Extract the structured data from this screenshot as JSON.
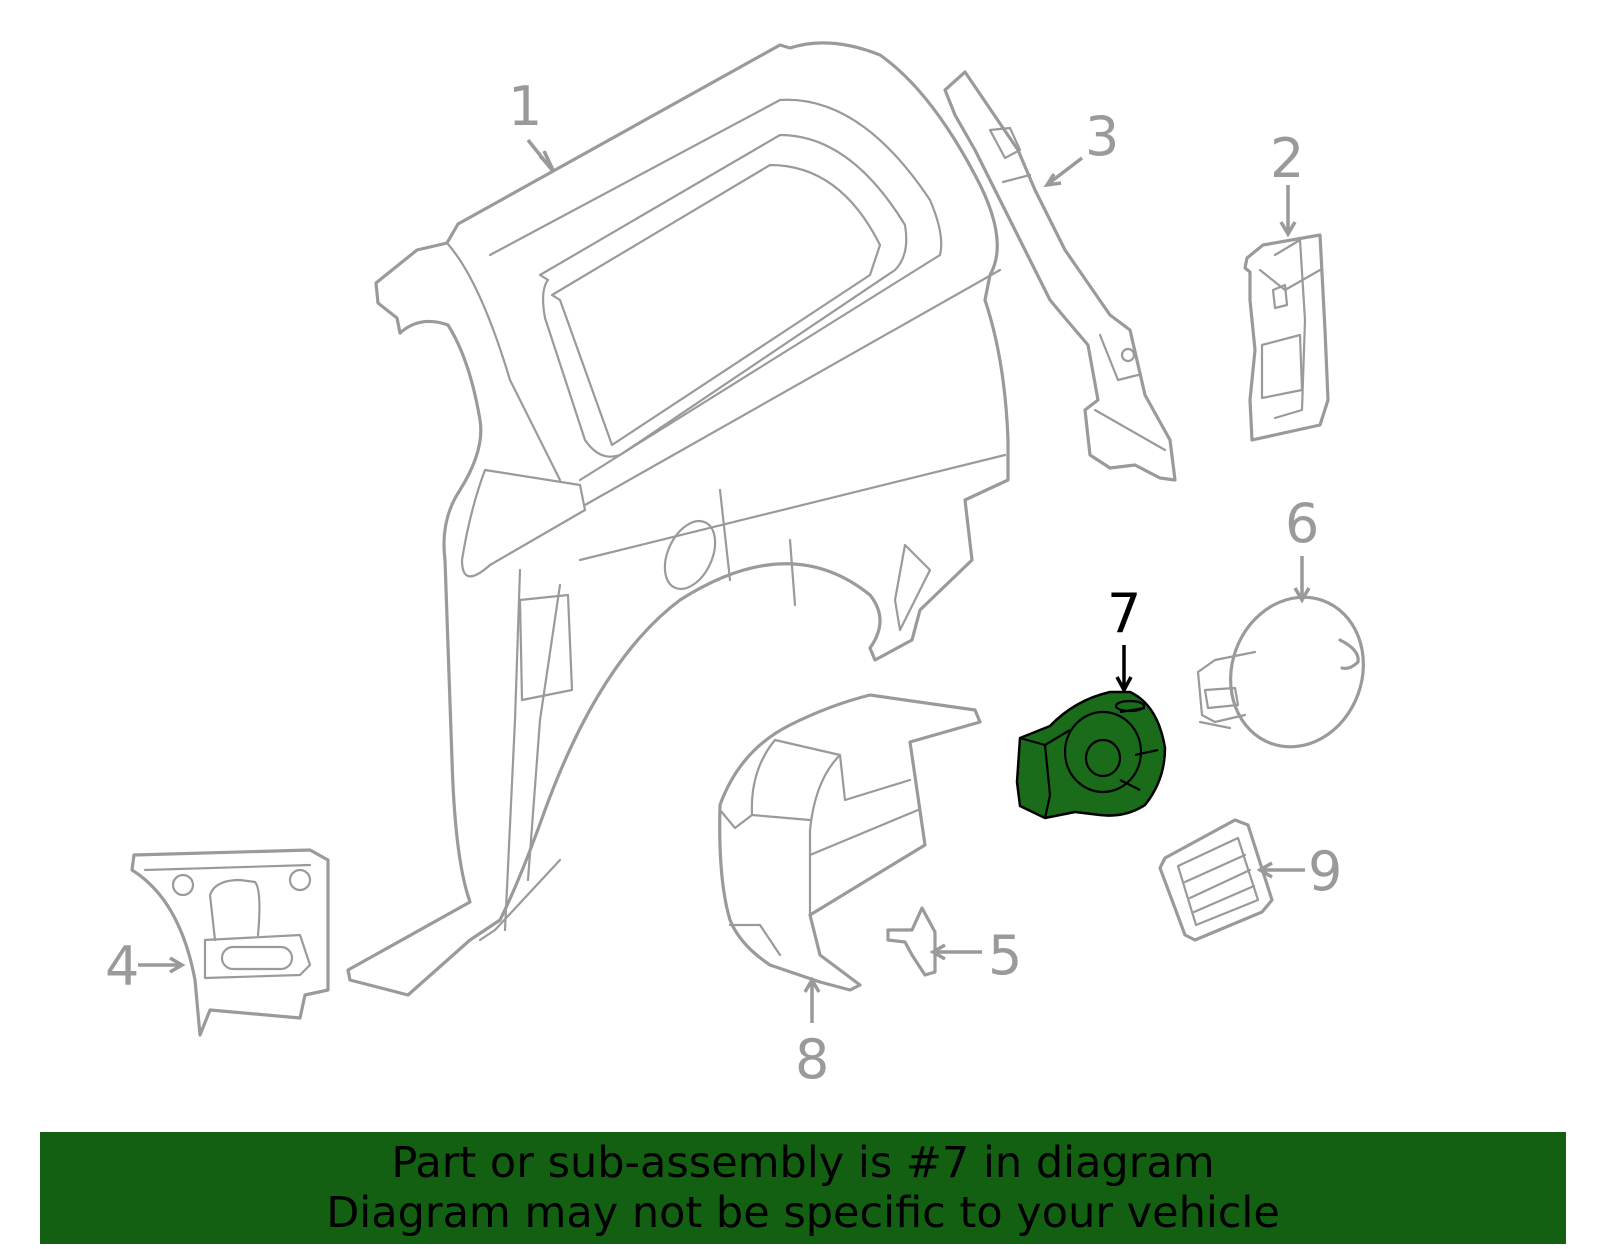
{
  "colors": {
    "outline": "#9a9a9a",
    "highlight_fill": "#1a6b1a",
    "banner_bg": "#136013",
    "highlight_text": "#000000"
  },
  "callouts": [
    {
      "id": "1",
      "label": "1"
    },
    {
      "id": "2",
      "label": "2"
    },
    {
      "id": "3",
      "label": "3"
    },
    {
      "id": "4",
      "label": "4"
    },
    {
      "id": "5",
      "label": "5"
    },
    {
      "id": "6",
      "label": "6"
    },
    {
      "id": "7",
      "label": "7",
      "highlighted": true
    },
    {
      "id": "8",
      "label": "8"
    },
    {
      "id": "9",
      "label": "9"
    }
  ],
  "banner": {
    "line1": "Part or sub-assembly is #7 in diagram",
    "line2": "Diagram may not be specific to your vehicle"
  }
}
